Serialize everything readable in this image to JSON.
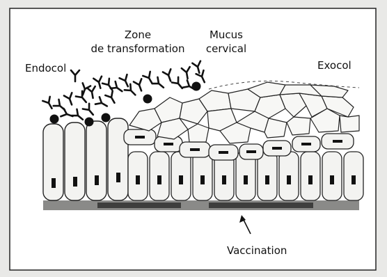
{
  "labels": {
    "endocol": "Endocol",
    "zone": "Zone\nde transformation",
    "mucus": "Mucus\ncervical",
    "exocol": "Exocol",
    "vaccination": "Vaccination"
  },
  "colors": {
    "paper": "#e9e9e7",
    "frame": "#ffffff",
    "border": "#222222",
    "cell_fill": "#f3f3f1",
    "nucleus": "#111111",
    "basement": "#2a2a2a"
  },
  "icons": [
    "antibody-icon",
    "immune-cell-icon",
    "arrow-icon"
  ]
}
